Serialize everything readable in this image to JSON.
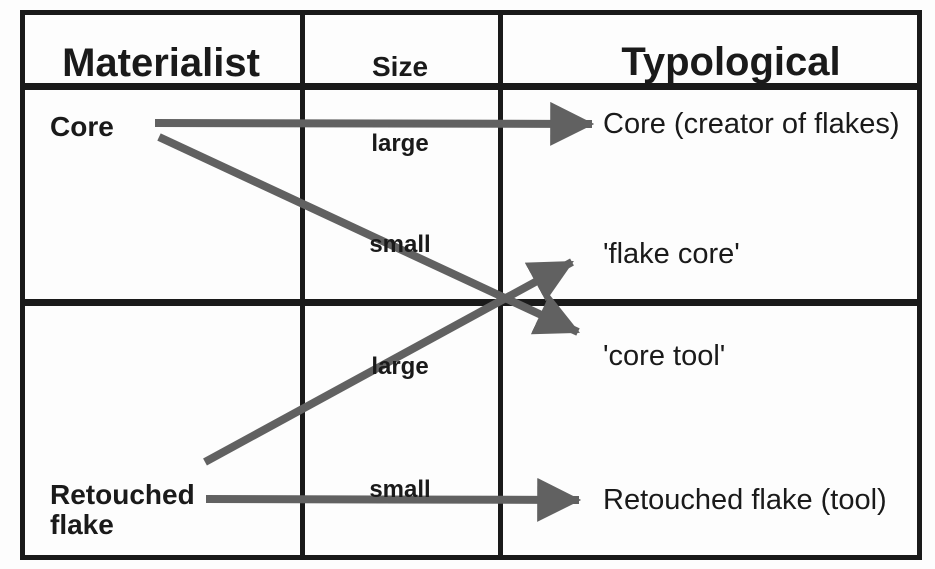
{
  "colors": {
    "bg": "#fdfdfd",
    "grid": "#1a1a1a",
    "arrow": "#616161",
    "text": "#1a1a1a"
  },
  "table": {
    "columns": [
      {
        "header": "Materialist"
      },
      {
        "header": "Size"
      },
      {
        "header": "Typological"
      }
    ],
    "materialist": {
      "core": "Core",
      "retouched_flake": "Retouched\nflake"
    },
    "size": {
      "large_top": "large",
      "small_top": "small",
      "large_bottom": "large",
      "small_bottom": "small"
    },
    "typological": {
      "core_creator": "Core (creator of flakes)",
      "flake_core": "'flake core'",
      "core_tool": "'core tool'",
      "retouched_tool": "Retouched flake (tool)"
    }
  },
  "mappings": [
    {
      "from": "Core",
      "size": "large",
      "to": "Core (creator of flakes)"
    },
    {
      "from": "Core",
      "size": "small",
      "to": "'core tool'"
    },
    {
      "from": "Retouched flake",
      "size": "large",
      "to": "'flake core'"
    },
    {
      "from": "Retouched flake",
      "size": "small",
      "to": "Retouched flake (tool)"
    }
  ]
}
